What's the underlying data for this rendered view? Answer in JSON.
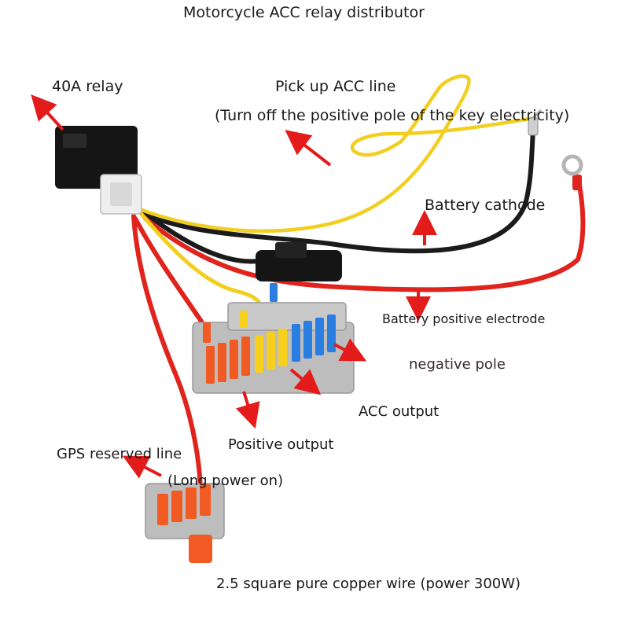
{
  "title": "Motorcycle ACC relay distributor",
  "labels": {
    "relay": "40A relay",
    "pickup_acc": "Pick up ACC line",
    "pickup_acc_note": "(Turn off the positive pole of the key electricity)",
    "battery_cathode": "Battery cathode",
    "battery_positive": "Battery positive electrode",
    "negative_pole": "negative pole",
    "acc_output": "ACC output",
    "positive_output": "Positive output",
    "gps_reserved": "GPS reserved line",
    "gps_note": "(Long power on)",
    "wire_spec": "2.5 square pure copper wire (power 300W)"
  },
  "colors": {
    "wire_red": "#e0231c",
    "wire_black": "#1b1b1b",
    "wire_yellow": "#f2cf1f",
    "lever_orange": "#f15a22",
    "lever_yellow": "#f7cf1d",
    "lever_blue": "#2a7de1",
    "connector_grey": "#b9b9b9",
    "arrow_red": "#e31b1b"
  }
}
